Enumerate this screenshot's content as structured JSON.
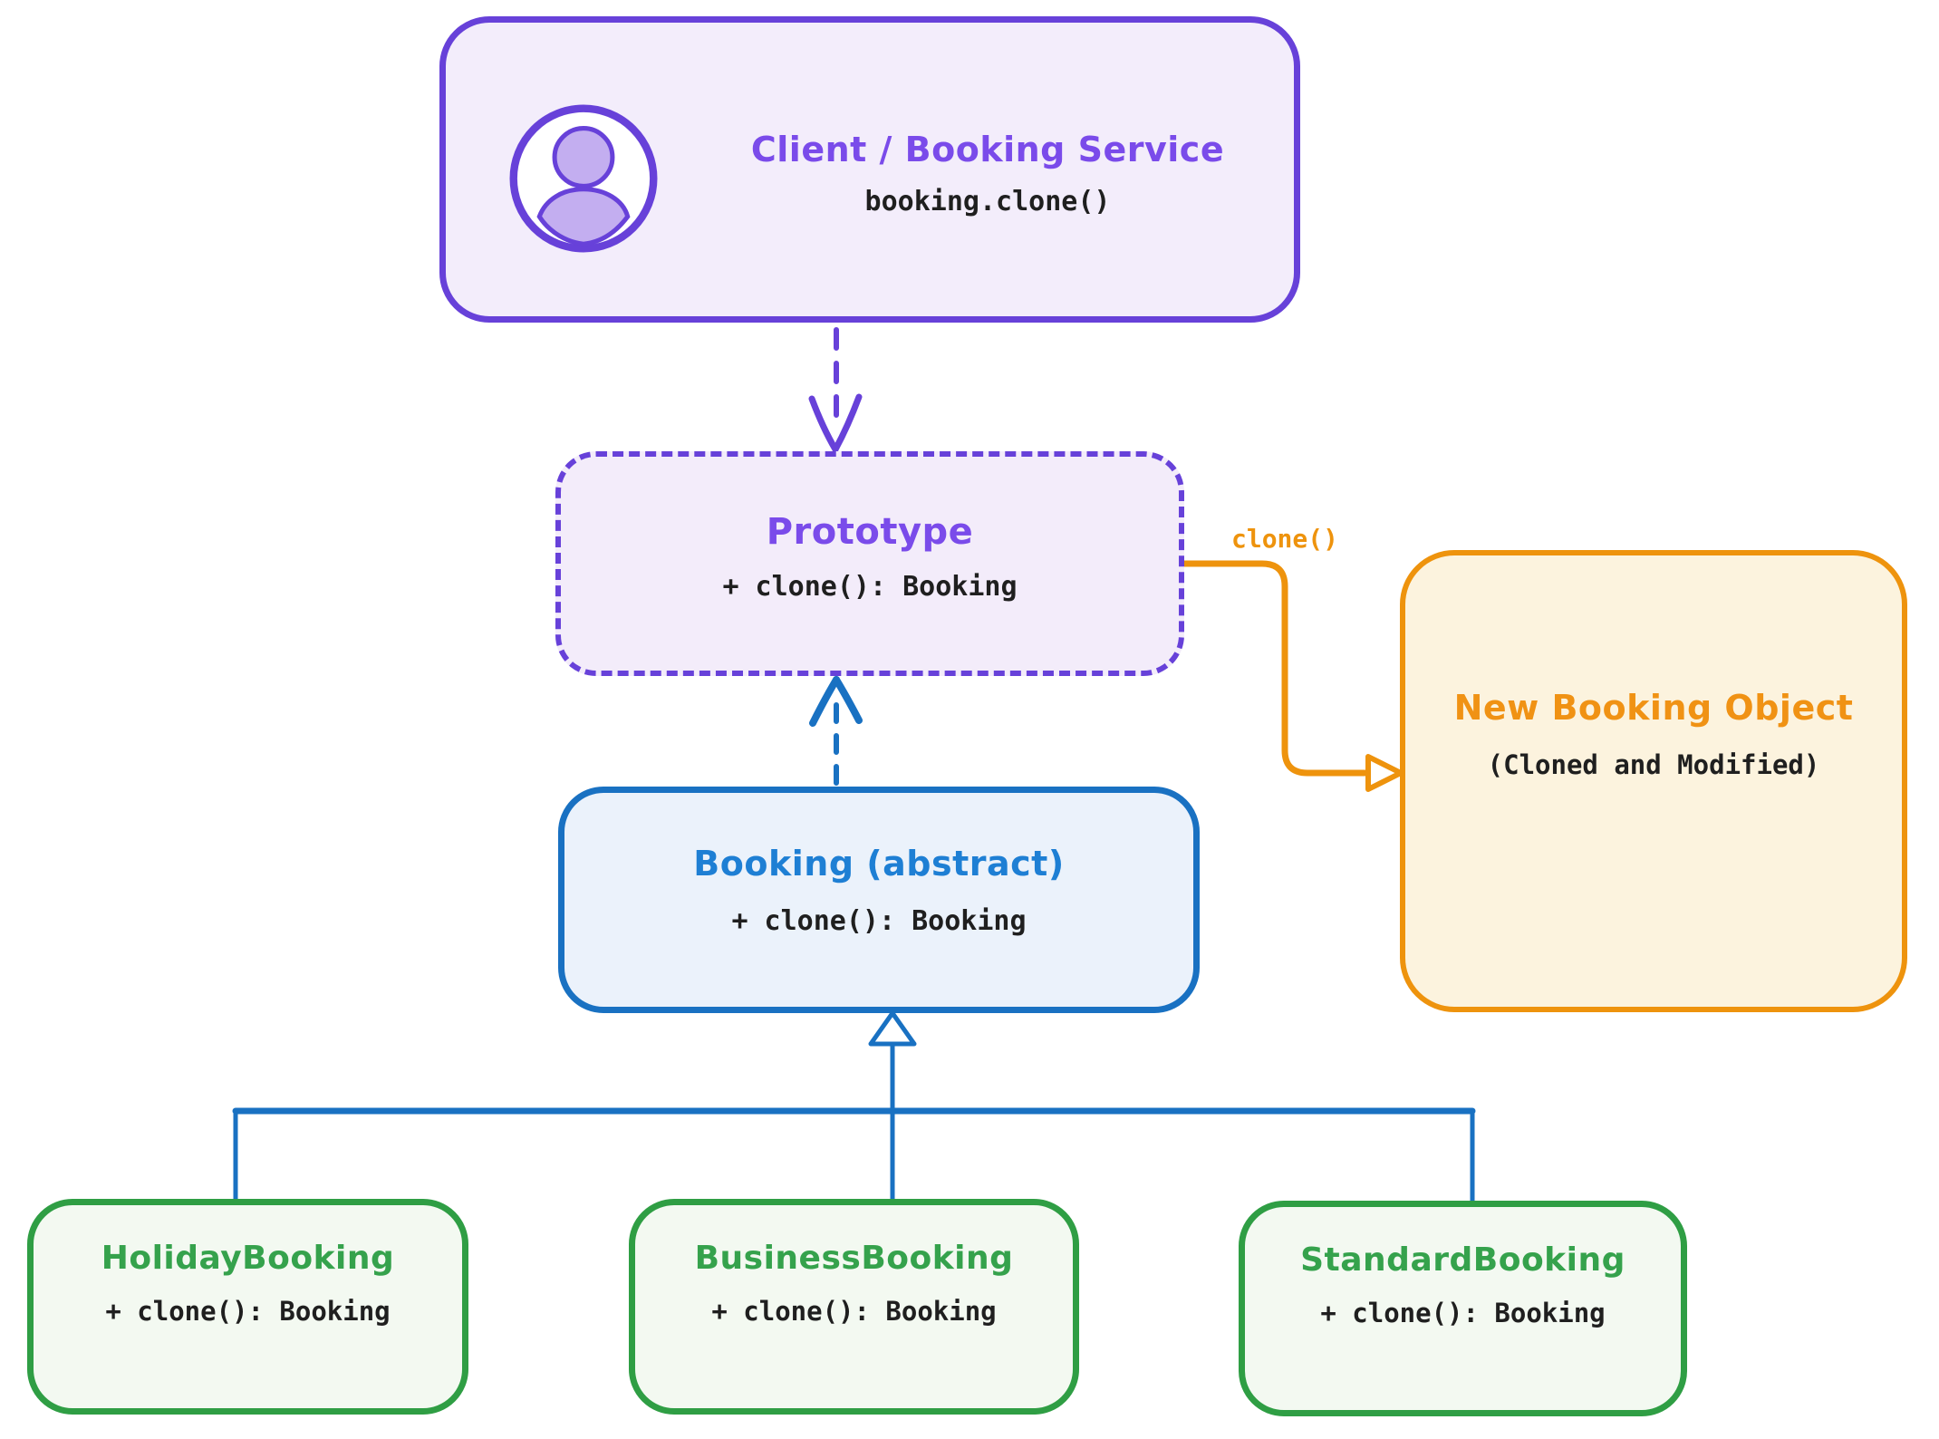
{
  "diagram": {
    "kind": "prototype-design-pattern-class-diagram"
  },
  "nodes": {
    "client": {
      "title": "Client / Booking Service",
      "subtitle": "booking.clone()",
      "icon": "user-avatar-icon"
    },
    "prototype": {
      "title": "Prototype",
      "method": "+ clone(): Booking"
    },
    "booking": {
      "title": "Booking (abstract)",
      "method": "+ clone(): Booking"
    },
    "new_booking": {
      "title": "New Booking Object",
      "subtitle": "(Cloned and Modified)"
    },
    "subclasses": [
      {
        "title": "HolidayBooking",
        "method": "+ clone(): Booking"
      },
      {
        "title": "BusinessBooking",
        "method": "+ clone(): Booking"
      },
      {
        "title": "StandardBooking",
        "method": "+ clone(): Booking"
      }
    ]
  },
  "edges": {
    "clone_label": "clone()"
  },
  "colors": {
    "purple_border": "#6741d9",
    "purple_title": "#7a4bea",
    "purple_fill": "#f3edfb",
    "blue_border": "#1971c2",
    "blue_title": "#1e7fd4",
    "blue_fill": "#ebf2fb",
    "green_border": "#2f9e44",
    "green_title": "#35a24c",
    "green_fill": "#f3f9f1",
    "orange_border": "#ee930d",
    "orange_title": "#f09214",
    "orange_fill": "#fcf3de",
    "code_text": "#1f1f1f",
    "background": "#ffffff"
  }
}
